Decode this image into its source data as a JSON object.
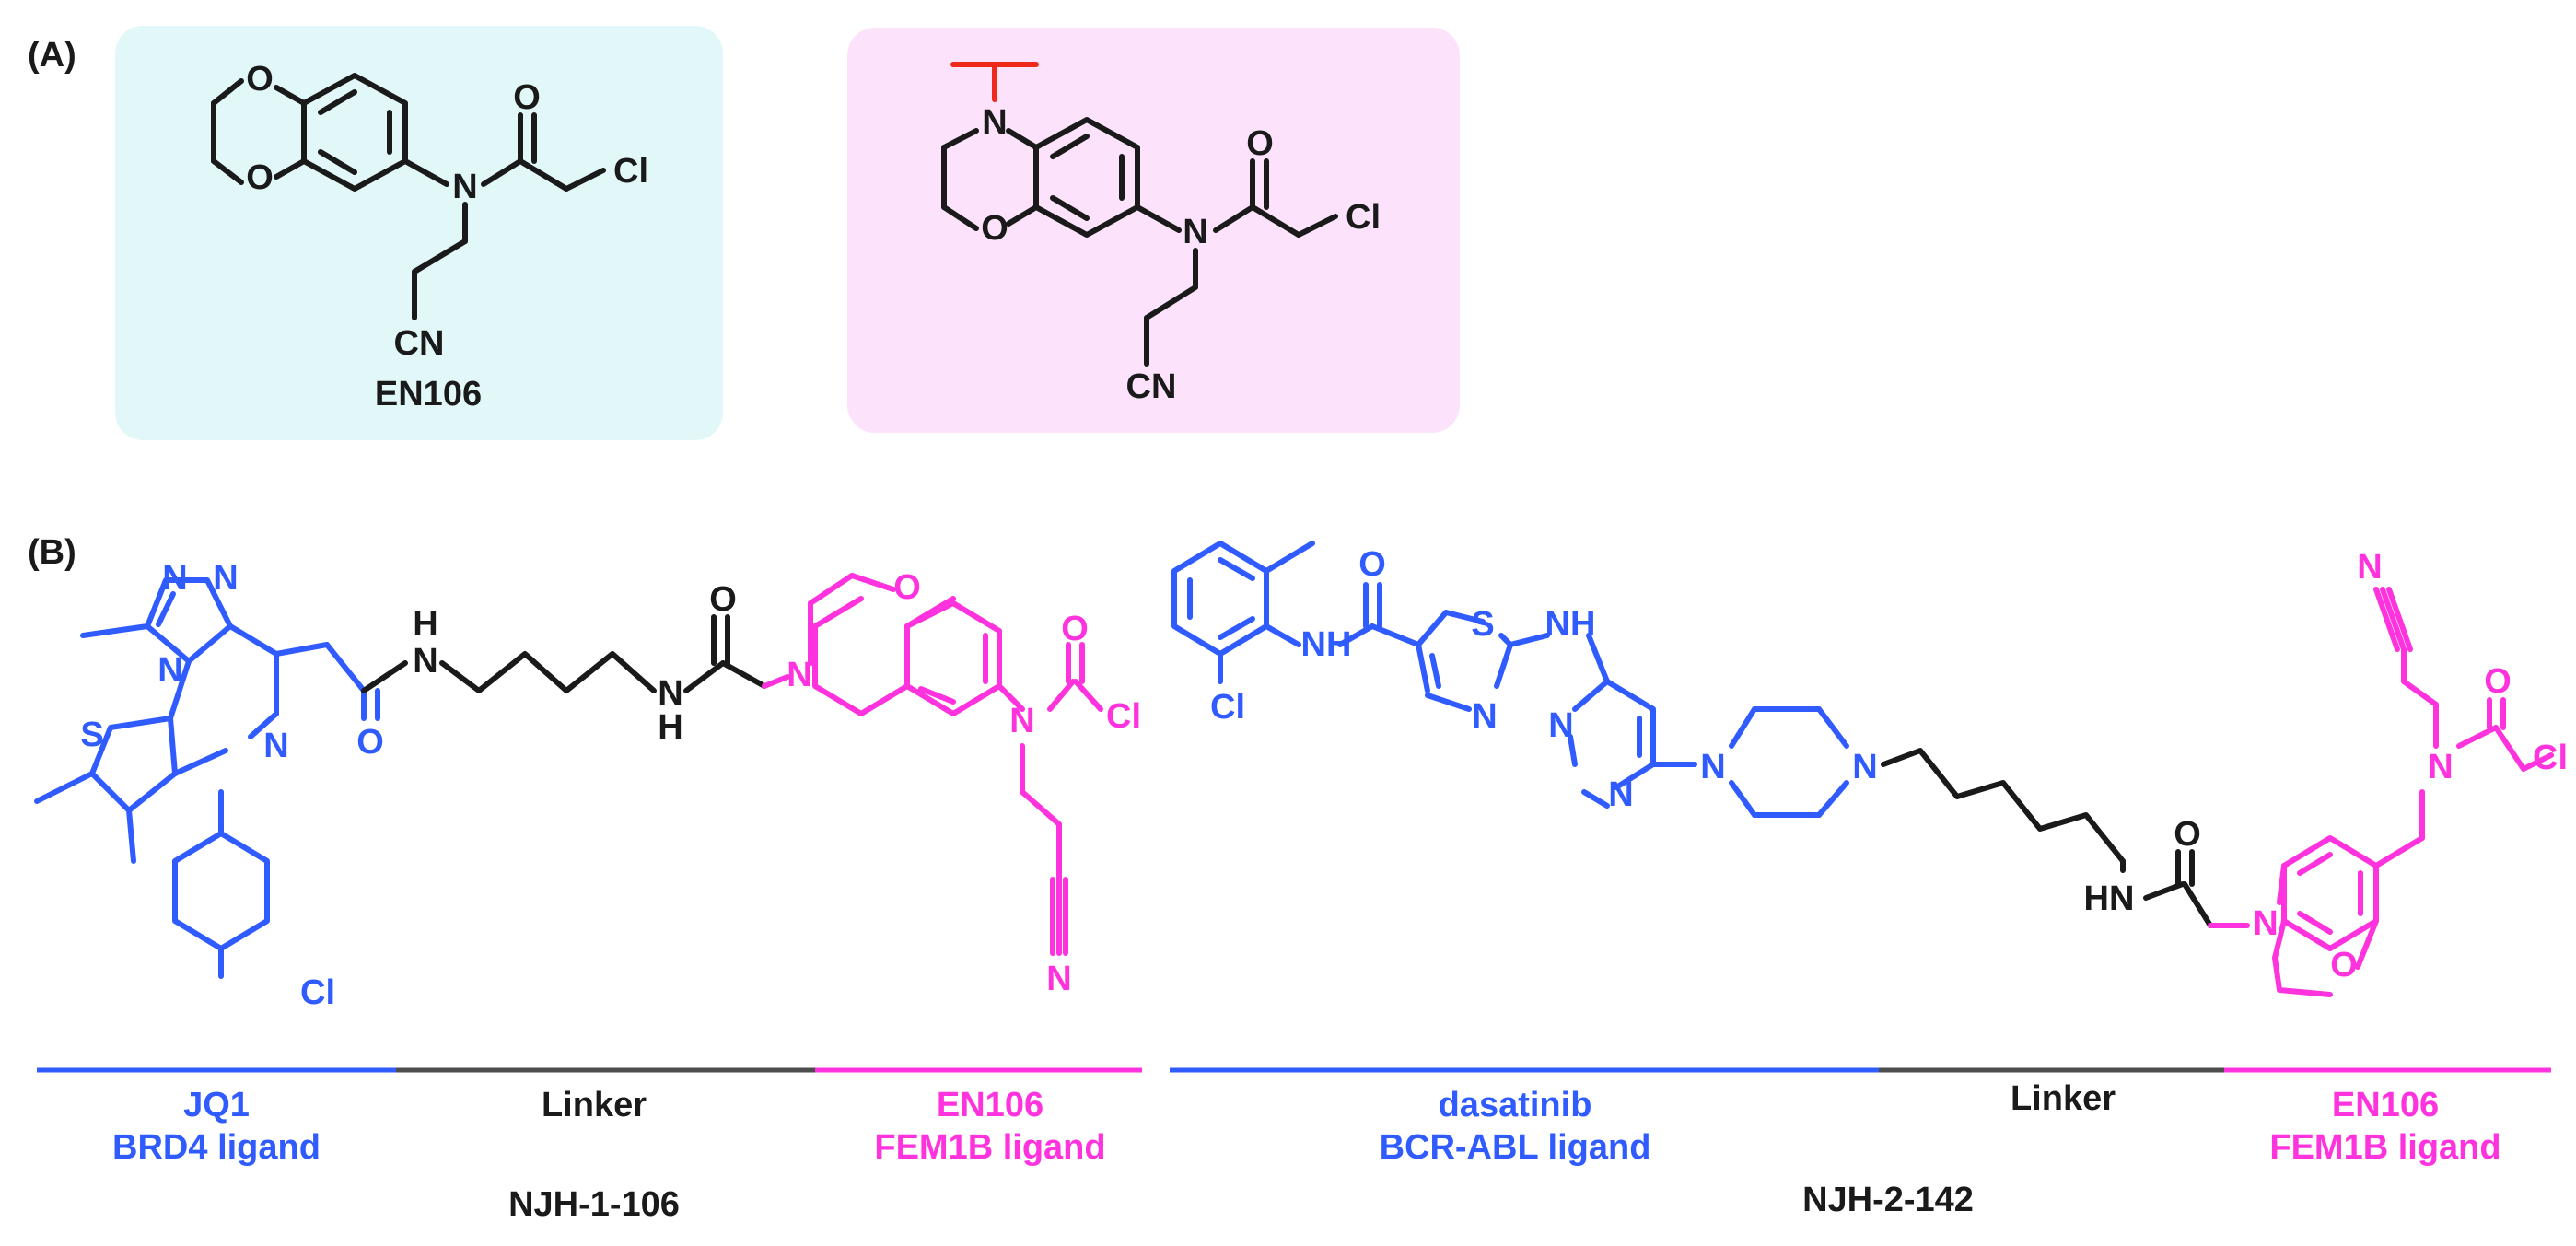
{
  "panel_a": {
    "label": "(A)",
    "compound_left": {
      "name": "EN106"
    },
    "compound_right": {
      "name": ""
    }
  },
  "panel_b": {
    "label": "(B)",
    "compound1": {
      "name": "NJH-1-106",
      "segments": [
        {
          "line1": "JQ1",
          "line2": "BRD4 ligand"
        },
        {
          "line1": "Linker",
          "line2": ""
        },
        {
          "line1": "EN106",
          "line2": "FEM1B ligand"
        }
      ]
    },
    "compound2": {
      "name": "NJH-2-142",
      "segments": [
        {
          "line1": "dasatinib",
          "line2": "BCR-ABL ligand"
        },
        {
          "line1": "Linker",
          "line2": ""
        },
        {
          "line1": "EN106",
          "line2": "FEM1B ligand"
        }
      ]
    }
  },
  "atoms": {
    "O": "O",
    "N": "N",
    "Cl": "Cl",
    "CN": "CN",
    "HN": "HN",
    "H": "H",
    "S": "S",
    "NH": "NH"
  },
  "colors": {
    "black": "#1a1a1a",
    "blue": "#2f5bff",
    "magenta": "#ff33dd",
    "red": "#ee2a1b",
    "gray": "#4d4d4d",
    "cyan_box": "#e2f8f8",
    "pink_box": "#fce3fb"
  }
}
